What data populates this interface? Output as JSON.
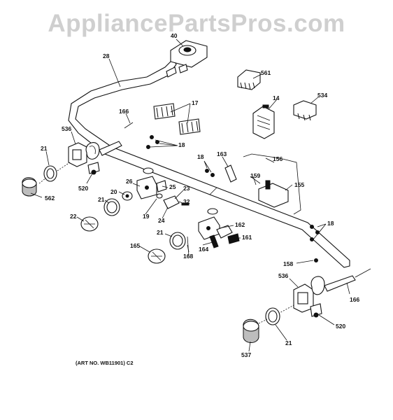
{
  "watermark": "AppliancePartsPros.com",
  "art_number": "(ART NO. WB11901) C2",
  "labels": {
    "p40": "40",
    "p28": "28",
    "p561": "561",
    "p14": "14",
    "p534": "534",
    "p17": "17",
    "p166a": "166",
    "p536a": "536",
    "p18a": "18",
    "p21a": "21",
    "p520a": "520",
    "p562": "562",
    "p163": "163",
    "p18b": "18",
    "p156": "156",
    "p159": "159",
    "p155": "155",
    "p26": "26",
    "p25": "25",
    "p20": "20",
    "p23": "23",
    "p21b": "21",
    "p19": "19",
    "p32": "32",
    "p24": "24",
    "p22": "22",
    "p162": "162",
    "p18c": "18",
    "p21c": "21",
    "p164": "164",
    "p161": "161",
    "p165": "165",
    "p168": "168",
    "p158": "158",
    "p536b": "536",
    "p166b": "166",
    "p520b": "520",
    "p21d": "21",
    "p537": "537"
  }
}
